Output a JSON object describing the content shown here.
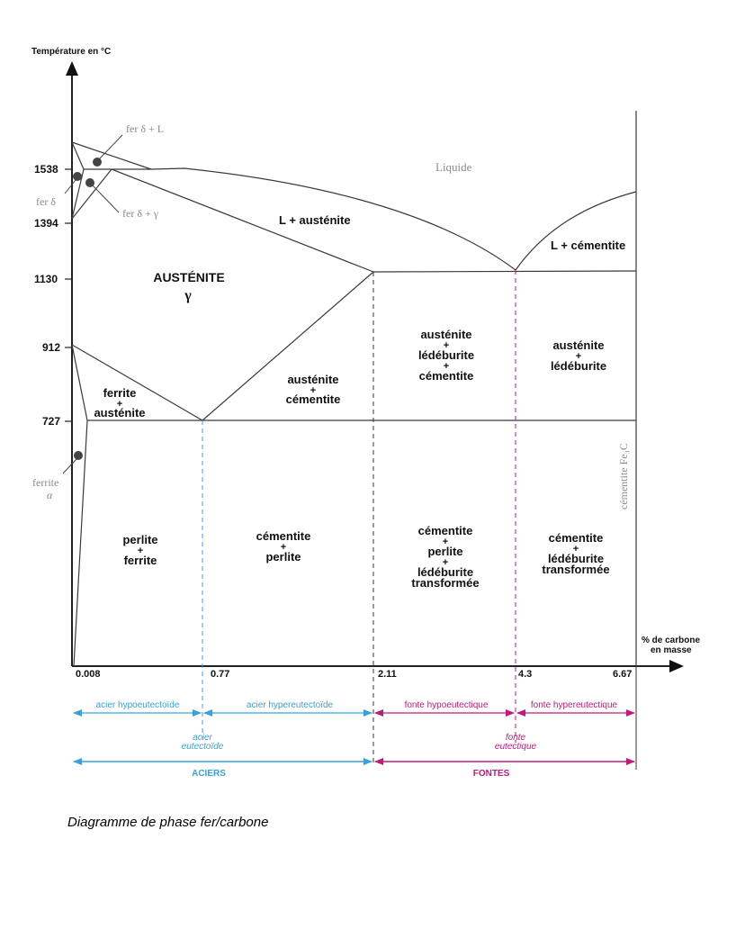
{
  "axes": {
    "y_label": "Température en °C",
    "x_label_line1": "% de carbone",
    "x_label_line2": "en masse",
    "y_ticks": [
      "1538",
      "1394",
      "1130",
      "912",
      "727"
    ],
    "x_ticks": [
      "0.008",
      "0.77",
      "2.11",
      "4.3",
      "6.67"
    ]
  },
  "phases": {
    "fer_delta_L": "fer δ + L",
    "fer_delta": "fer δ",
    "fer_delta_gamma": "fer δ + γ",
    "liquide": "Liquide",
    "l_austenite": "L + austénite",
    "l_cementite": "L + cémentite",
    "austenite_title": "AUSTÉNITE",
    "austenite_gamma": "γ",
    "ferrite_alpha_1": "ferrite",
    "ferrite_alpha_2": "α",
    "cementite_fe3c": "cémentite Fe₃C"
  },
  "regions": {
    "ferrite_austenite": [
      "ferrite",
      "+",
      "austénite"
    ],
    "austenite_cementite": [
      "austénite",
      "+",
      "cémentite"
    ],
    "aus_led_cem": [
      "austénite",
      "+",
      "lédéburite",
      "+",
      "cémentite"
    ],
    "aus_led": [
      "austénite",
      "+",
      "lédéburite"
    ],
    "perlite_ferrite": [
      "perlite",
      "+",
      "ferrite"
    ],
    "cementite_perlite": [
      "cémentite",
      "+",
      "perlite"
    ],
    "cem_perl_led": [
      "cémentite",
      "+",
      "perlite",
      "+",
      "lédéburite",
      "transformée"
    ],
    "cem_led": [
      "cémentite",
      "+",
      "lédéburite",
      "transformée"
    ]
  },
  "ranges": {
    "acier_hypo": "acier hypoeutectoïde",
    "acier_hyper": "acier hypereutectoïde",
    "fonte_hypo": "fonte hypoeutectique",
    "fonte_hyper": "fonte hypereutectique",
    "acier_eutectoide": [
      "acier",
      "eutectoïde"
    ],
    "fonte_eutectique": [
      "fonte",
      "eutectique"
    ],
    "aciers": "ACIERS",
    "fontes": "FONTES"
  },
  "colors": {
    "line": "#3a3a3a",
    "gray_text": "#8a8a8a",
    "acier_blue": "#3aa0d8",
    "fonte_magenta": "#c01a7a"
  },
  "caption": "Diagramme de phase fer/carbone"
}
